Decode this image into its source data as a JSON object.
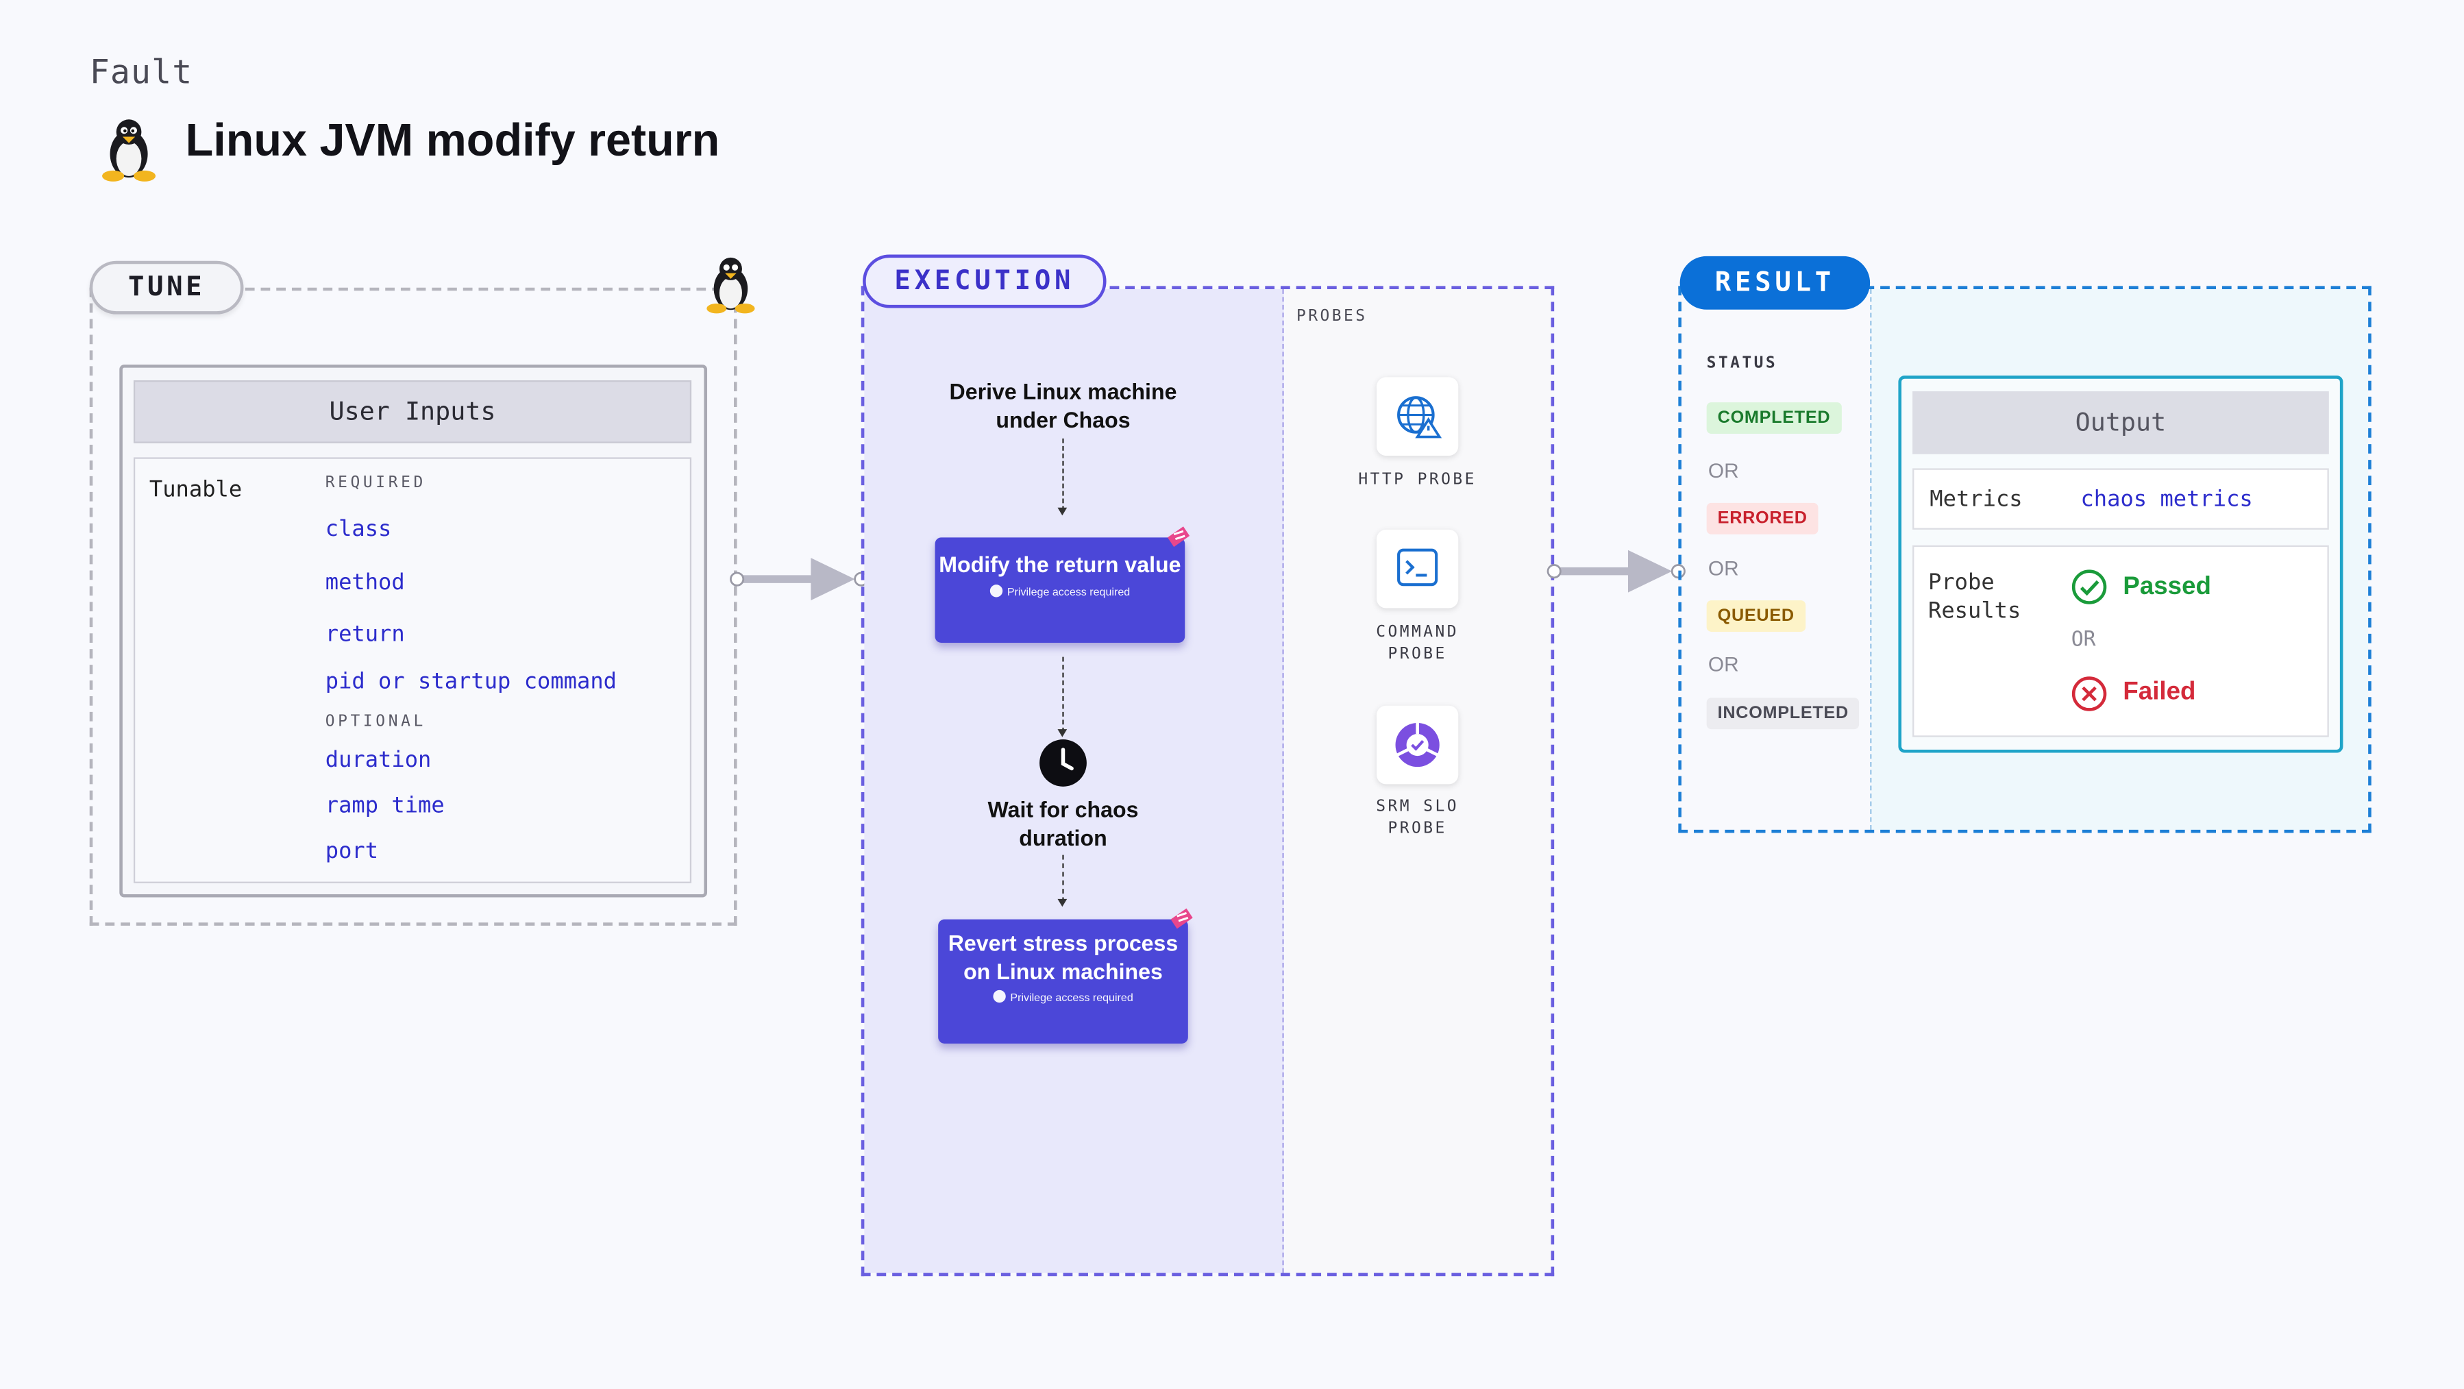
{
  "header": {
    "kicker": "Fault",
    "title": "Linux JVM modify return"
  },
  "icons": {
    "title_icon": "linux-penguin-icon",
    "tune_icon": "linux-penguin-icon",
    "http_probe": "globe-warning-icon",
    "command_probe": "terminal-icon",
    "srm_slo_probe": "slo-gauge-icon",
    "wait": "clock-icon",
    "privilege": "lock-icon",
    "step_badge": "chaos-tag-icon",
    "passed": "check-circle-icon",
    "failed": "x-circle-icon"
  },
  "colors": {
    "execution_accent": "#4b47d8",
    "result_accent": "#0b70d8",
    "param_text": "#2c2ccc",
    "passed": "#1a9b3a",
    "failed": "#d42a3a"
  },
  "tune": {
    "label": "TUNE",
    "user_inputs_title": "User Inputs",
    "tunable_label": "Tunable",
    "required_label": "REQUIRED",
    "required": [
      "class",
      "method",
      "return",
      "pid or startup command"
    ],
    "optional_label": "OPTIONAL",
    "optional": [
      "duration",
      "ramp time",
      "port"
    ]
  },
  "execution": {
    "label": "EXECUTION",
    "derive_text": "Derive Linux machine under Chaos",
    "step1_title": "Modify the return value",
    "step1_sub": "Privilege access required",
    "wait_text": "Wait for chaos duration",
    "step2_title": "Revert stress process on Linux machines",
    "step2_sub": "Privilege access required",
    "probes_label": "PROBES",
    "probes": [
      "HTTP PROBE",
      "COMMAND PROBE",
      "SRM SLO PROBE"
    ]
  },
  "result": {
    "label": "RESULT",
    "status_label": "STATUS",
    "statuses": [
      "COMPLETED",
      "ERRORED",
      "QUEUED",
      "INCOMPLETED"
    ],
    "or_text": "OR",
    "output_title": "Output",
    "metrics_label": "Metrics",
    "metrics_value": "chaos metrics",
    "probe_results_label": "Probe Results",
    "passed": "Passed",
    "failed": "Failed"
  }
}
